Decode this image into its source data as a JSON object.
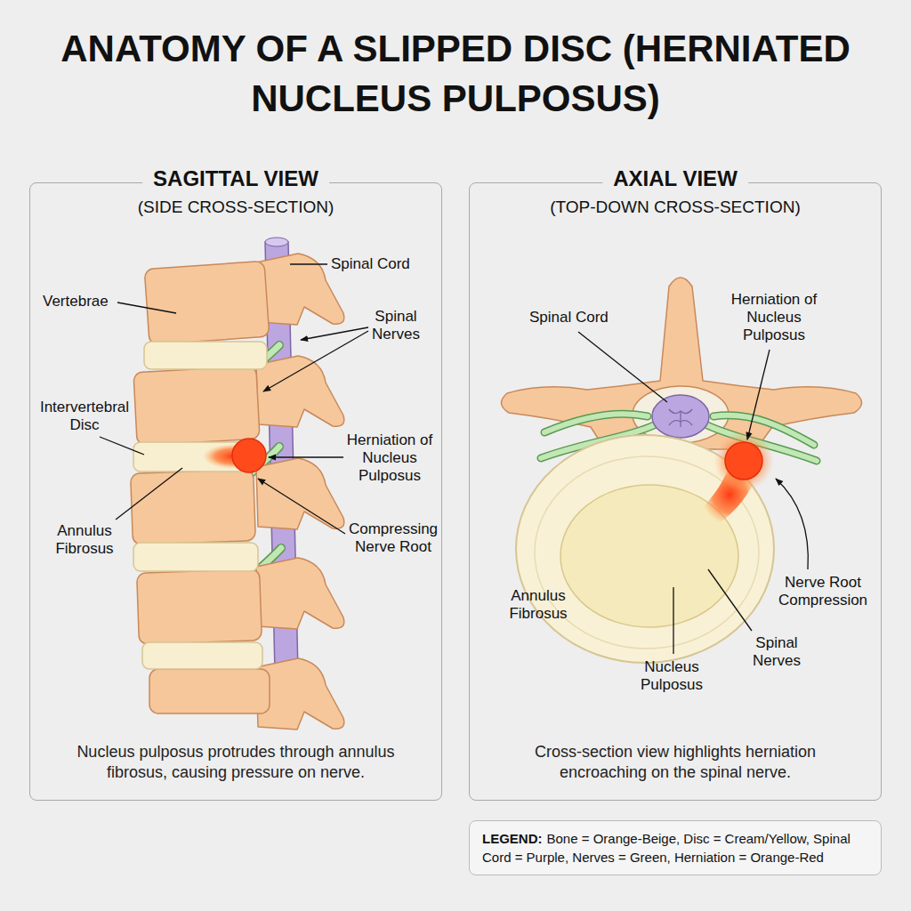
{
  "diagram": {
    "title": "ANATOMY OF A SLIPPED DISC (HERNIATED NUCLEUS PULPOSUS)",
    "nodes": [
      {
        "text": [
          "SAGITTAL VIEW",
          "(SIDE CROSS-SECTION)",
          "Nucleus pulposus protrudes through annulus fibrosus, causing pressure on nerve."
        ]
      },
      {
        "text": [
          "AXIAL VIEW",
          "(TOP-DOWN CROSS-SECTION)",
          "Cross-section view highlights herniation encroaching on the spinal nerve."
        ]
      },
      {
        "text": [
          "LEGEND:",
          "Bone = Orange-Beige, Disc = Cream/Yellow, Spinal Cord = Purple, Nerves = Green, Herniation = Orange-Red"
        ]
      }
    ],
    "labels": [
      "Spinal Cord",
      "Vertebrae",
      "Spinal Nerves",
      "Intervertebral Disc",
      "Herniation of Nucleus Pulposus",
      "Annulus Fibrosus",
      "Compressing Nerve Root",
      "Spinal Cord",
      "Herniation of Nucleus Pulposus",
      "Annulus Fibrosus",
      "Nerve Root Compression",
      "Spinal Nerves",
      "Nucleus Pulposus"
    ]
  }
}
